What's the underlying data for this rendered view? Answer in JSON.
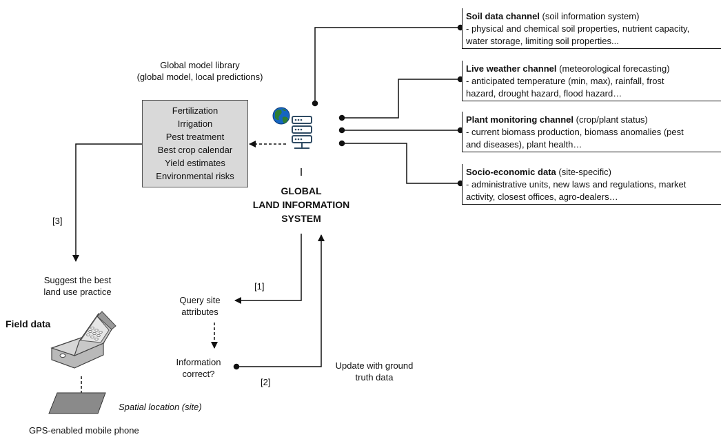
{
  "diagram": {
    "library": {
      "title": [
        "Global model library",
        "(global model, local predictions)"
      ],
      "items": [
        "Fertilization",
        "Irrigation",
        "Pest treatment",
        "Best crop calendar",
        "Yield estimates",
        "Environmental risks"
      ]
    },
    "system_label": [
      "GLOBAL",
      "LAND INFORMATION",
      "SYSTEM"
    ],
    "channels": [
      {
        "name": "Soil data channel",
        "desc": "(soil information system)",
        "lines": [
          "- physical and chemical soil properties, nutrient capacity,",
          "water storage, limiting soil properties..."
        ]
      },
      {
        "name": "Live weather channel",
        "desc": "(meteorological forecasting)",
        "lines": [
          "- anticipated temperature (min, max), rainfall, frost",
          "hazard, drought hazard, flood hazard…"
        ]
      },
      {
        "name": "Plant monitoring channel",
        "desc": "(crop/plant status)",
        "lines": [
          "- current biomass production, biomass anomalies (pest",
          "and diseases), plant health…"
        ]
      },
      {
        "name": "Socio-economic data",
        "desc": "(site-specific)",
        "lines": [
          "- administrative units, new laws and regulations, market",
          "activity, closest offices, agro-dealers…"
        ]
      }
    ],
    "step_labels": {
      "s1": "[1]",
      "s2": "[2]",
      "s3": "[3]"
    },
    "suggest": [
      "Suggest the best",
      "land use practice"
    ],
    "query": [
      "Query site",
      "attributes"
    ],
    "info": [
      "Information",
      "correct?"
    ],
    "update": [
      "Update with ground",
      "truth data"
    ],
    "field_data": "Field data",
    "spatial": "Spatial location (site)",
    "phone_caption": "GPS-enabled mobile phone"
  },
  "colors": {
    "box_fill": "#d9d9d9",
    "line": "#111111",
    "server": "#2f4b63",
    "globe_blue": "#1565c0",
    "globe_green": "#2e7d32"
  },
  "icons": [
    "globe-icon",
    "server-icon",
    "mobile-phone-icon"
  ]
}
